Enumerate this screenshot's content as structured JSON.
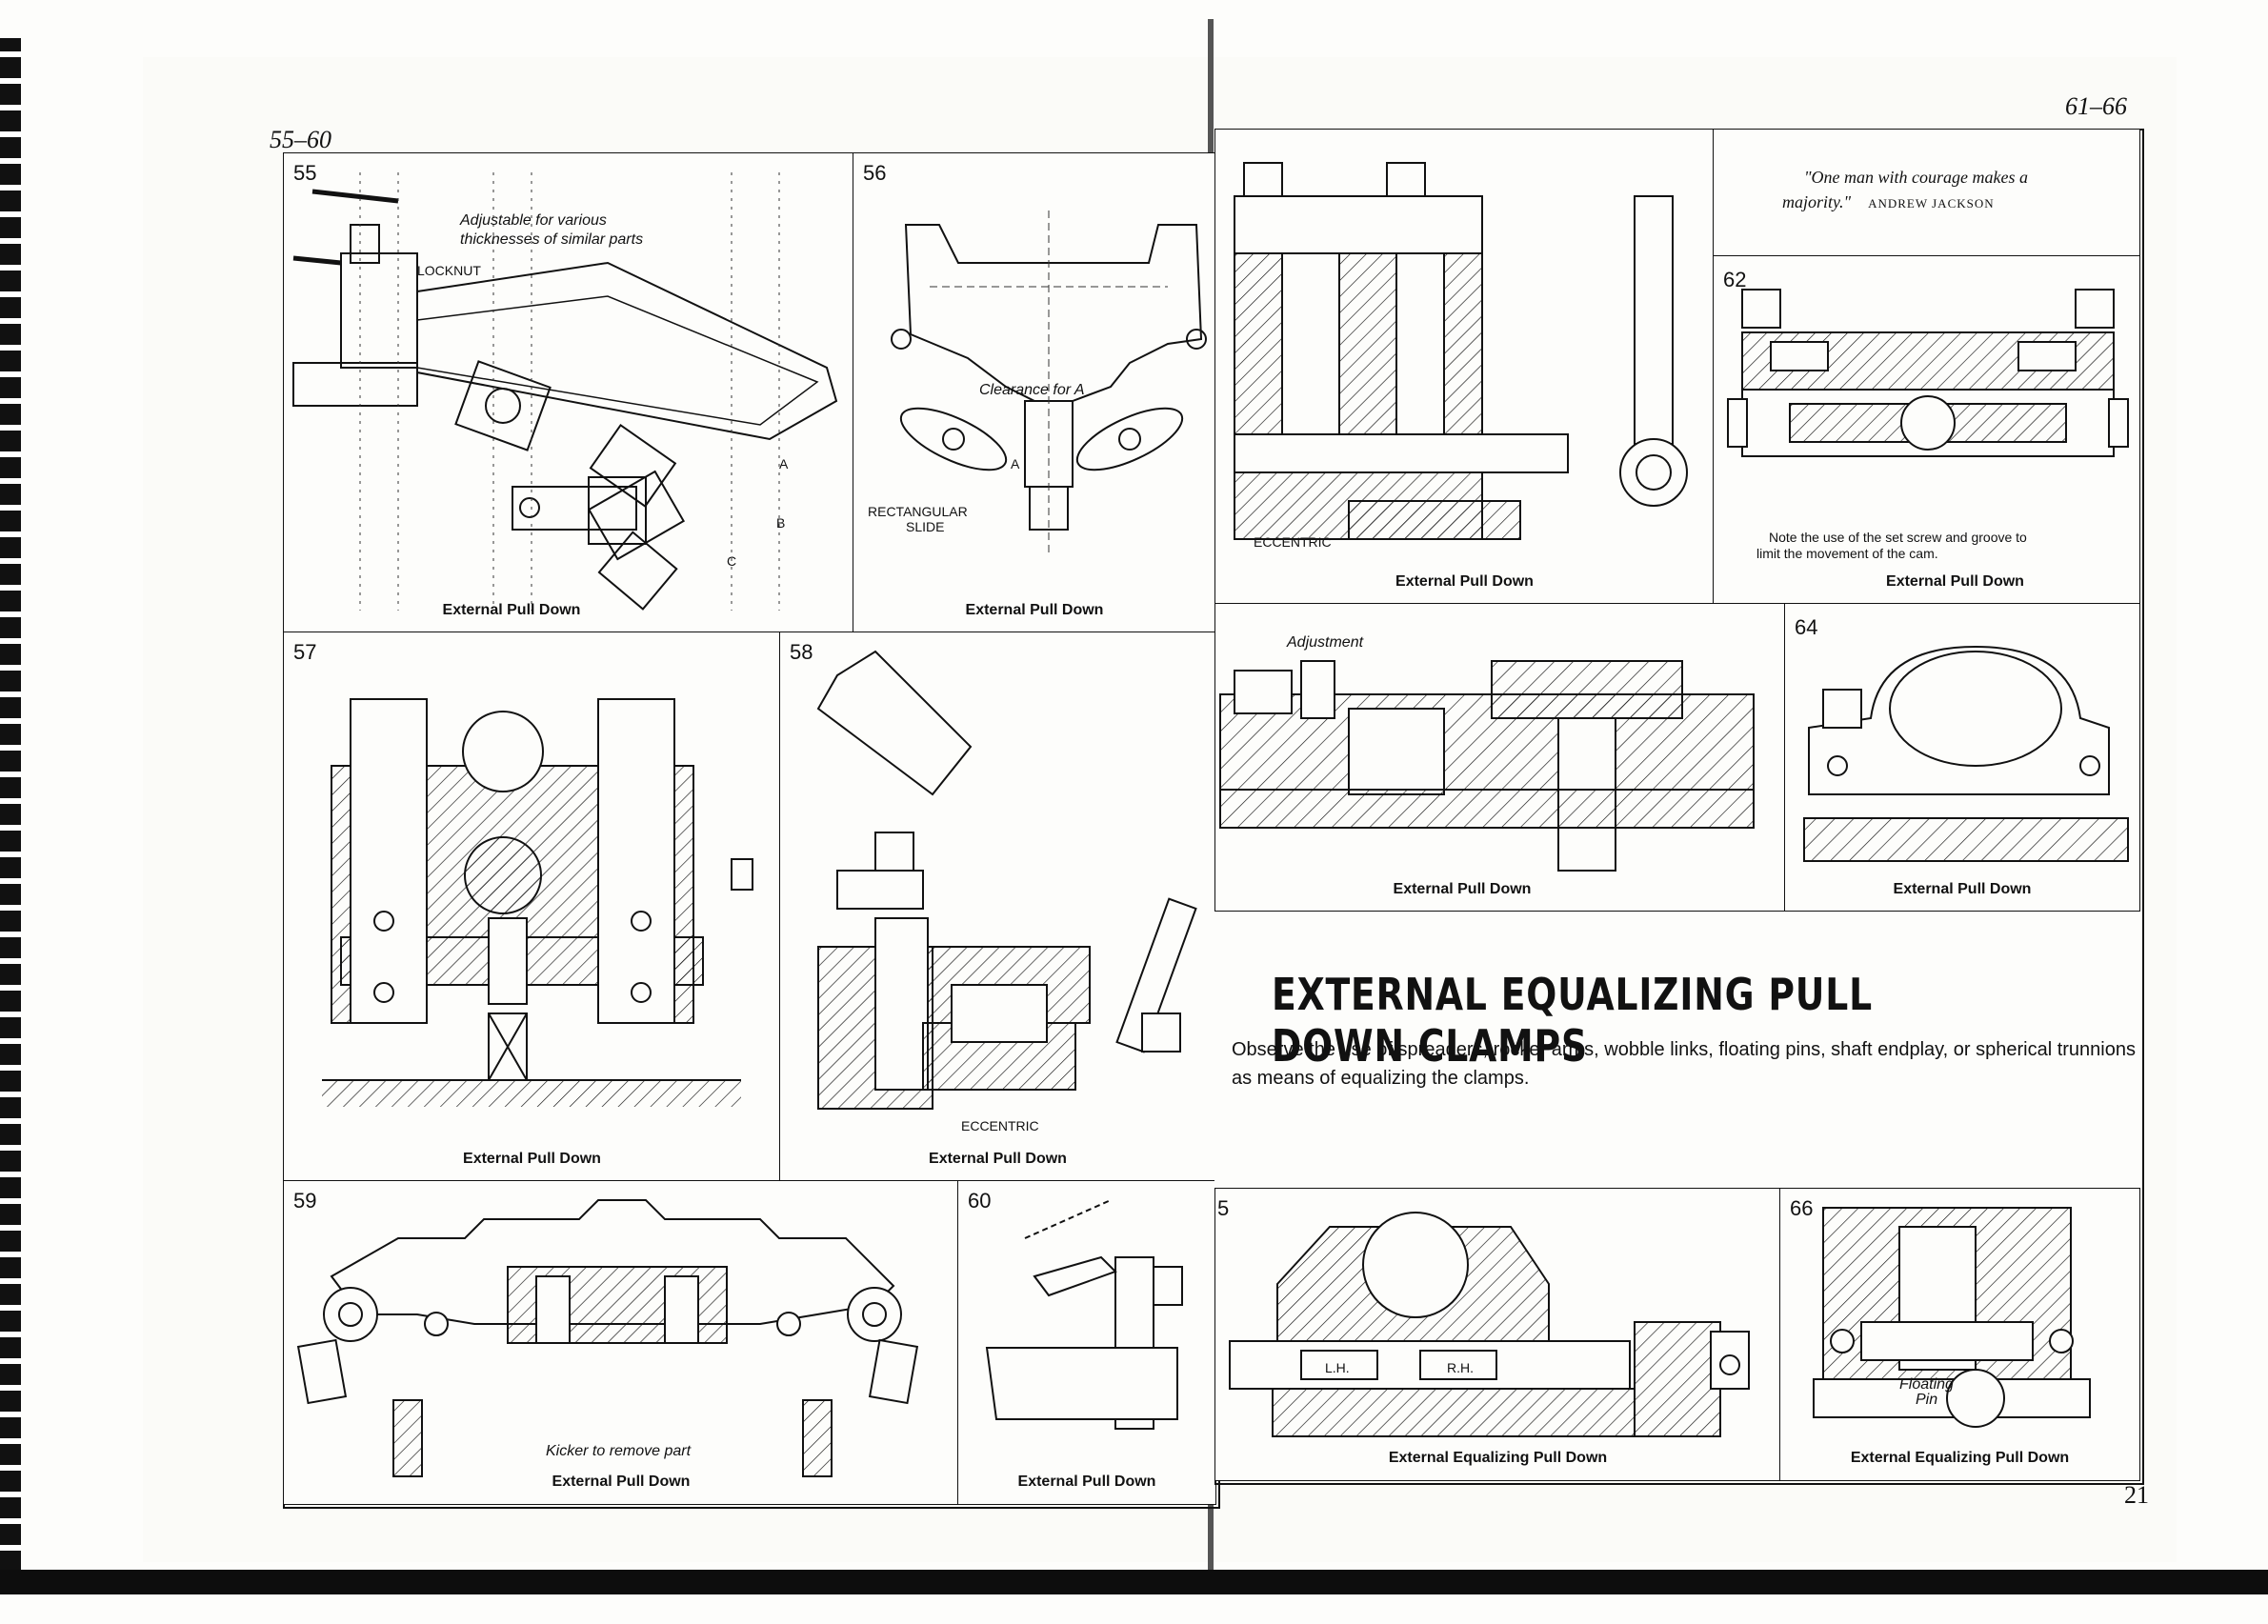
{
  "left_page": {
    "range": "55–60"
  },
  "right_page": {
    "range": "61–66",
    "page_number": "21"
  },
  "panels": {
    "p55": {
      "num": "55",
      "caption": "External Pull Down",
      "note1": "Adjustable for various",
      "note2": "thicknesses of similar parts",
      "locknut": "LOCKNUT",
      "labelA": "A",
      "labelB": "B",
      "labelC": "C"
    },
    "p56": {
      "num": "56",
      "caption": "External Pull Down",
      "clearance": "Clearance for A",
      "slide1": "RECTANGULAR",
      "slide2": "SLIDE",
      "labelA": "A"
    },
    "p57": {
      "num": "57",
      "caption": "External Pull Down"
    },
    "p58": {
      "num": "58",
      "caption": "External Pull Down",
      "eccentric": "ECCENTRIC"
    },
    "p59": {
      "num": "59",
      "caption": "External Pull Down",
      "kicker": "Kicker to remove part"
    },
    "p60": {
      "num": "60",
      "caption": "External Pull Down"
    },
    "p61": {
      "caption": "External Pull Down",
      "eccentric": "ECCENTRIC"
    },
    "p62": {
      "num": "62",
      "caption": "External Pull Down",
      "note1": "Note the use of the set screw and groove to",
      "note2": "limit the movement of the cam."
    },
    "p63": {
      "caption": "External Pull Down",
      "adjustment": "Adjustment"
    },
    "p64": {
      "num": "64",
      "caption": "External Pull Down"
    },
    "p65": {
      "num": "5",
      "caption": "External Equalizing Pull Down",
      "lh": "L.H.",
      "rh": "R.H."
    },
    "p66": {
      "num": "66",
      "caption": "External Equalizing Pull Down",
      "floating": "Floating",
      "pin": "Pin"
    }
  },
  "quote": {
    "text1": "\"One man with courage makes a",
    "text2": "majority.\"",
    "author": "ANDREW JACKSON"
  },
  "section": {
    "title": "EXTERNAL EQUALIZING PULL DOWN CLAMPS",
    "body": "Observe the use of spreaders, rocker arms, wobble links, floating pins, shaft endplay, or spherical trunnions as means of equalizing the clamps."
  }
}
